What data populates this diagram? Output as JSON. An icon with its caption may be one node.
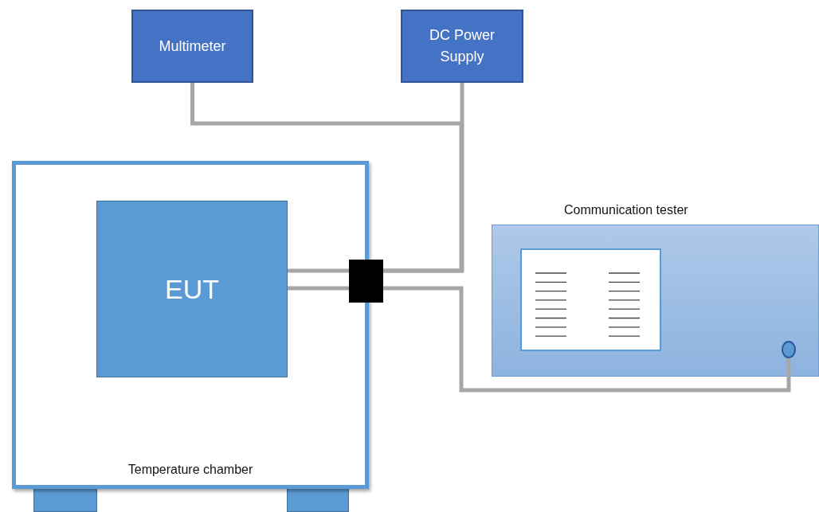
{
  "diagram": {
    "nodes": [
      {
        "text": [
          "Multimeter"
        ]
      },
      {
        "text": [
          "DC Power Supply"
        ]
      },
      {
        "text": [
          "Temperature chamber"
        ]
      },
      {
        "text": [
          "EUT"
        ],
        "in": 2
      },
      {
        "text": [],
        "shape": "box"
      },
      {
        "text": [
          "Communication tester"
        ]
      },
      {
        "text": [],
        "shape": "circle",
        "in": 5
      },
      {
        "text": [],
        "shape": "box"
      },
      {
        "text": [],
        "shape": "box"
      }
    ],
    "edges": [
      {
        "from": 0,
        "to": 4,
        "arrow": "none"
      },
      {
        "from": 1,
        "to": 4,
        "arrow": "none"
      },
      {
        "from": 3,
        "to": 4,
        "arrow": "none"
      },
      {
        "from": 3,
        "to": 4,
        "arrow": "none"
      },
      {
        "from": 4,
        "to": 6,
        "arrow": "none"
      }
    ]
  }
}
